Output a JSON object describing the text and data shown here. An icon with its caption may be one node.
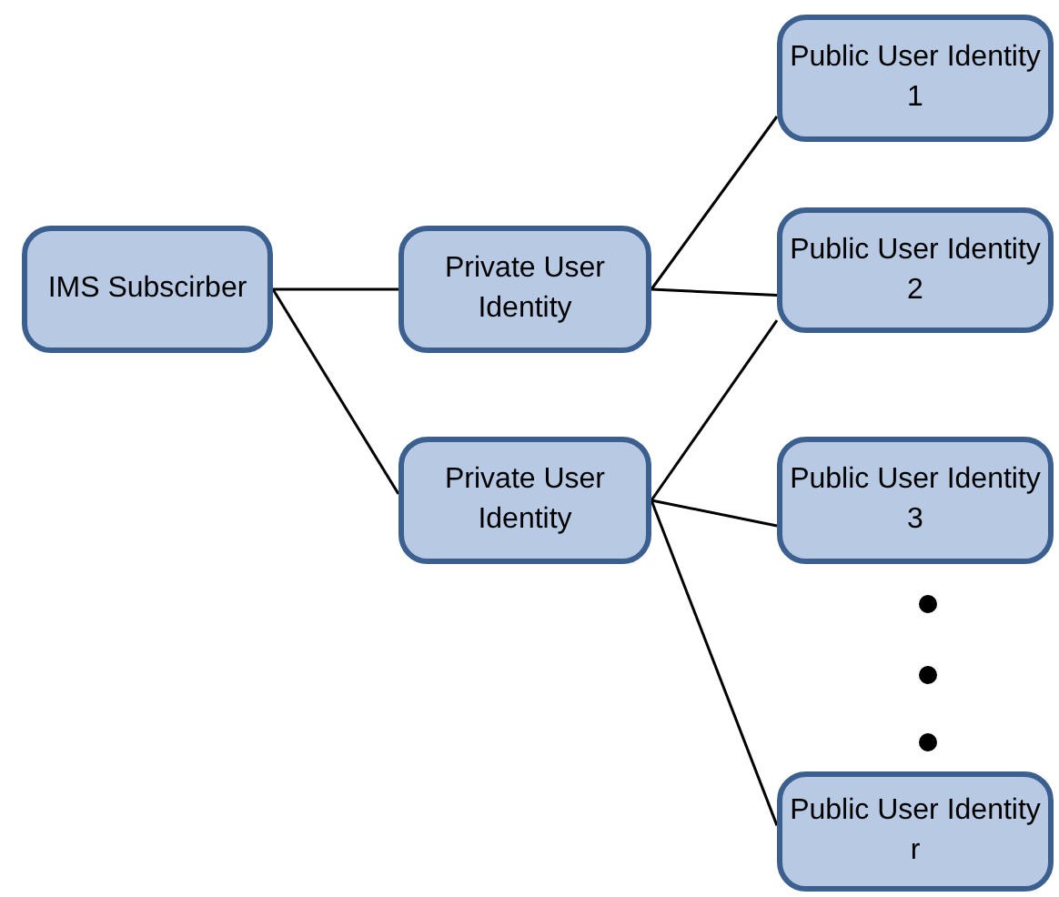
{
  "diagram": {
    "nodes": [
      {
        "text": [
          "IMS Subscirber"
        ]
      },
      {
        "text": [
          "Private User Identity"
        ]
      },
      {
        "text": [
          "Private User Identity"
        ]
      },
      {
        "text": [
          "Public User Identity 1"
        ]
      },
      {
        "text": [
          "Public User Identity 2"
        ]
      },
      {
        "text": [
          "Public User Identity 3"
        ]
      },
      {
        "text": [
          "Public User Identity r"
        ]
      }
    ],
    "edges": [
      {
        "from": 0,
        "to": 1,
        "arrow": "none"
      },
      {
        "from": 0,
        "to": 2,
        "arrow": "none"
      },
      {
        "from": 1,
        "to": 3,
        "arrow": "none"
      },
      {
        "from": 1,
        "to": 4,
        "arrow": "none"
      },
      {
        "from": 2,
        "to": 4,
        "arrow": "none"
      },
      {
        "from": 2,
        "to": 5,
        "arrow": "none"
      },
      {
        "from": 2,
        "to": 6,
        "arrow": "none"
      }
    ]
  }
}
